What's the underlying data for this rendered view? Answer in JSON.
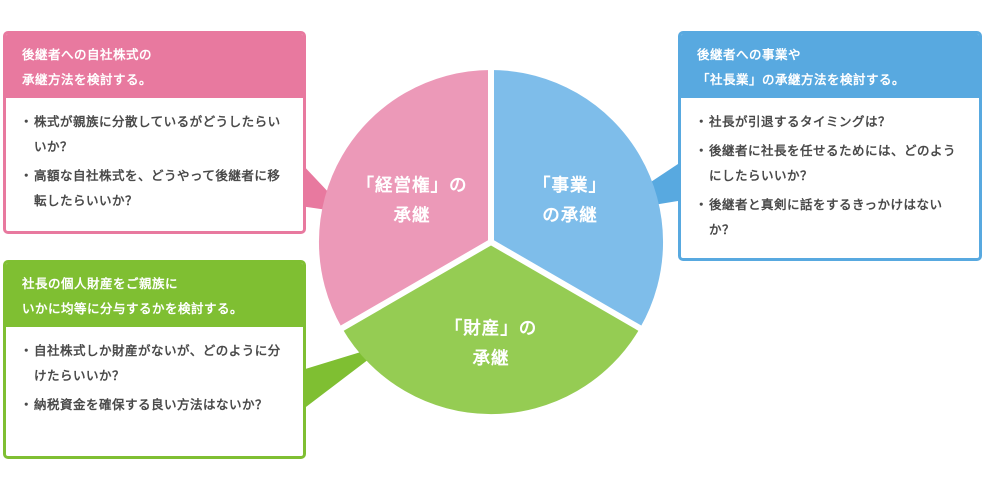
{
  "segments": {
    "keiei": {
      "line1": "「経営権」の",
      "line2": "承継",
      "color": "#ec99b8"
    },
    "jigyo": {
      "line1": "「事業」",
      "line2": "の承継",
      "color": "#7ebdea"
    },
    "zaisan": {
      "line1": "「財産」の",
      "line2": "承継",
      "color": "#95cc53"
    }
  },
  "callouts": {
    "keiei": {
      "head_line1": "後継者への自社株式の",
      "head_line2": "承継方法を検討する。",
      "items": [
        "株式が親族に分散しているがどうしたらいいか？",
        "高額な自社株式を、どうやって後継者に移転したらいいか？"
      ],
      "color": "#e8799f"
    },
    "zaisan": {
      "head_line1": "社長の個人財産をご親族に",
      "head_line2": "いかに均等に分与するかを検討する。",
      "items": [
        "自社株式しか財産がないが、どのように分けたらいいか？",
        "納税資金を確保する良い方法はないか？"
      ],
      "color": "#7fbf32"
    },
    "jigyo": {
      "head_line1": "後継者への事業や",
      "head_line2": "「社長業」の承継方法を検討する。",
      "items": [
        "社長が引退するタイミングは？",
        "後継者に社長を任せるためには、どのようにしたらいいか？",
        "後継者と真剣に話をするきっかけはないか？"
      ],
      "color": "#58a9e0"
    }
  }
}
